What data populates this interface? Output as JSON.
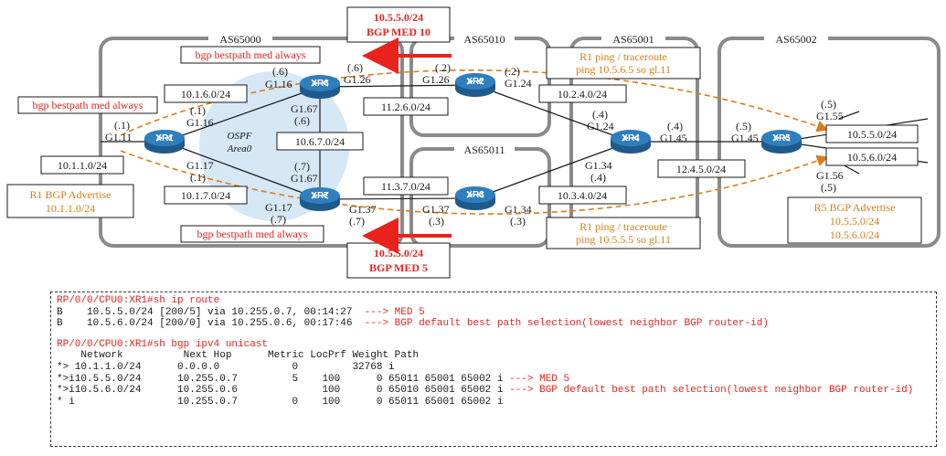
{
  "colors": {
    "red": "#e8231e",
    "orange": "#e07a18",
    "as_box": "#8a8a8a",
    "router_top": "#2f7fbf",
    "router_side": "#1f5a8c",
    "ospf_area": "#cfe3f5"
  },
  "as_labels": {
    "as65000": "AS65000",
    "as65010": "AS65010",
    "as65011": "AS65011",
    "as65001": "AS65001",
    "as65002": "AS65002"
  },
  "routers": {
    "xr1": "XR1",
    "xr2": "XR2",
    "xr3": "XR3",
    "xr4": "XR4",
    "xr5": "XR5",
    "xr6": "XR6",
    "xr7": "XR7"
  },
  "ospf": {
    "line1": "OSPF",
    "line2": "Area0"
  },
  "subnets": {
    "s10_1_6": "10.1.6.0/24",
    "s10_1_7": "10.1.7.0/24",
    "s10_1_1": "10.1.1.0/24",
    "s10_6_7": "10.6.7.0/24",
    "s11_2_6": "11.2.6.0/24",
    "s11_3_7": "11.3.7.0/24",
    "s10_2_4": "10.2.4.0/24",
    "s10_3_4": "10.3.4.0/24",
    "s12_4_5": "12.4.5.0/24",
    "s10_5_5": "10.5.5.0/24",
    "s10_5_6": "10.5.6.0/24"
  },
  "iface": {
    "xr1_dot1a": "(.1)",
    "xr1_g111": "G1.11",
    "xr1_dot1b": "(.1)",
    "xr1_g116": "G1.16",
    "xr1_g117": "G1.17",
    "xr1_dot1c": "(.1)",
    "xr6_dot6a": "(.6)",
    "xr6_g116": "G1.16",
    "xr6_dot6b": "(.6)",
    "xr6_g126": "G1.26",
    "xr6_g167": "G1.67",
    "xr6_dot6c": "(.6)",
    "xr7_dot7a": "(.7)",
    "xr7_g167": "G1.67",
    "xr7_g117": "G1.17",
    "xr7_dot7b": "(.7)",
    "xr7_g137": "G1.37",
    "xr7_dot7c": "(.7)",
    "xr2_dot2a": "(.2)",
    "xr2_dot2b": "(.2)",
    "xr2_g126": "G1.26",
    "xr2_g124": "G1.24",
    "xr3_g137": "G1.37",
    "xr3_g134": "G1.34",
    "xr3_dot3a": "(.3)",
    "xr3_dot3b": "(.3)",
    "xr4_dot4a": "(.4)",
    "xr4_g124": "G1.24",
    "xr4_dot4b": "(.4)",
    "xr4_g145": "G1.45",
    "xr4_g134": "G1.34",
    "xr4_dot4c": "(.4)",
    "xr5_dot5a": "(.5)",
    "xr5_g145": "G1.45",
    "xr5_dot5b": "(.5)",
    "xr5_g155": "G1.55",
    "xr5_g156": "G1.56",
    "xr5_dot5c": "(.5)"
  },
  "callouts": {
    "med10_l1": "10.5.5.0/24",
    "med10_l2": "BGP MED 10",
    "med5_l1": "10.5.5.0/24",
    "med5_l2": "BGP MED 5",
    "bestpath_top": "bgp bestpath med always",
    "bestpath_left": "bgp bestpath med always",
    "bestpath_bottom": "bgp bestpath med always",
    "ping_top_l1": "R1 ping / traceroute",
    "ping_top_l2": "ping 10.5.6.5 so gl.11",
    "ping_bot_l1": "R1 ping / traceroute",
    "ping_bot_l2": "ping 10.5.5.5 so gl.11",
    "r1_adv_l1": "R1 BGP Advertise",
    "r1_adv_l2": "10.1.1.0/24",
    "r5_adv_l1": "R5 BGP Advertise",
    "r5_adv_l2": "10.5.5.0/24",
    "r5_adv_l3": "10.5.6.0/24"
  },
  "console": {
    "prompt1": "RP/0/0/CPU0:XR1#sh ip route",
    "route1": "B    10.5.5.0/24 [200/5] via 10.255.0.7, 00:14:27",
    "route1_note": "  ---> MED 5",
    "route2": "B    10.5.6.0/24 [200/0] via 10.255.0.6, 00:17:46",
    "route2_note": "  ---> BGP default best path selection(lowest neighbor BGP router-id)",
    "prompt2": "RP/0/0/CPU0:XR1#sh bgp ipv4 unicast",
    "header": "    Network          Next Hop      Metric LocPrf Weight Path",
    "bgp1": "*> 10.1.1.0/24      0.0.0.0            0         32768 i",
    "bgp2": "*>i10.5.5.0/24      10.255.0.7         5    100      0 65011 65001 65002 i",
    "bgp2_note": " ---> MED 5",
    "bgp3": "*>i10.5.6.0/24      10.255.0.6              100      0 65010 65001 65002 i",
    "bgp3_note": " ---> BGP default best path selection(lowest neighbor BGP router-id)",
    "bgp4": "* i                 10.255.0.7         0    100      0 65011 65001 65002 i"
  }
}
